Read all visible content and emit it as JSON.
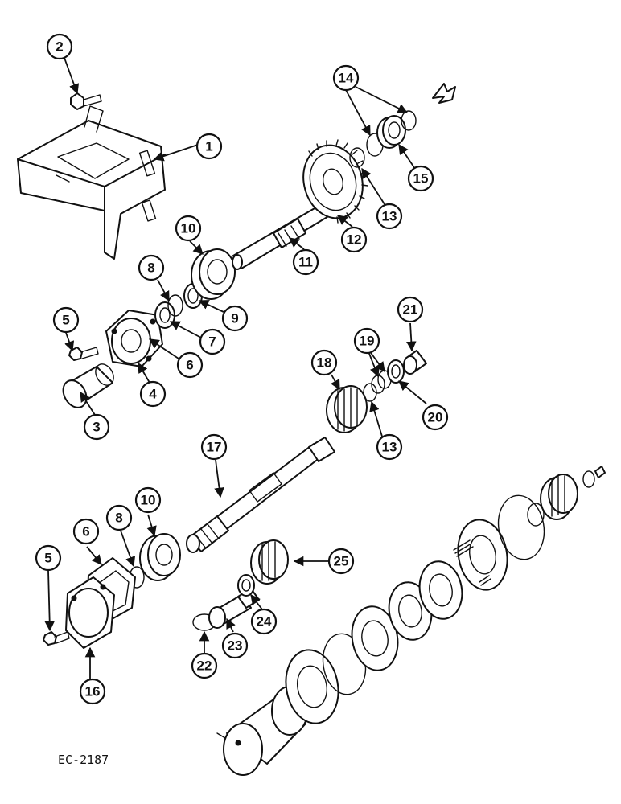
{
  "figure": {
    "reference": "EC-2187",
    "callouts": [
      "1",
      "2",
      "3",
      "4",
      "5",
      "6",
      "7",
      "8",
      "9",
      "10",
      "11",
      "12",
      "13",
      "14",
      "15",
      "16",
      "17",
      "18",
      "19",
      "20",
      "21",
      "22",
      "23",
      "24",
      "25"
    ]
  }
}
